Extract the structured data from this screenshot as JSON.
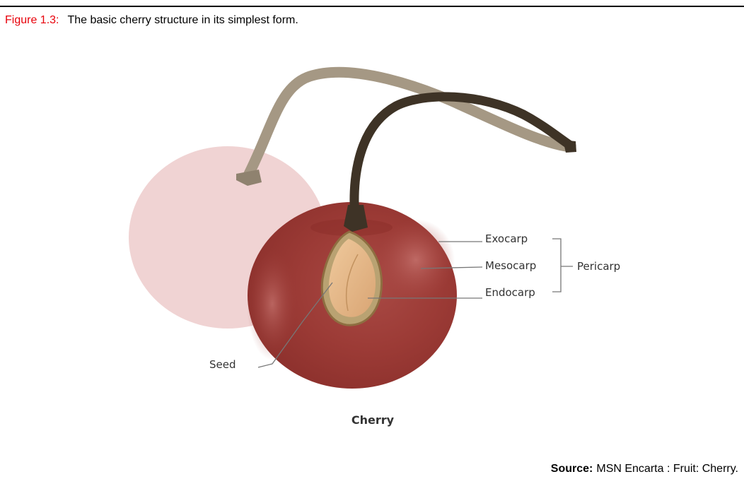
{
  "caption": {
    "figure_label": "Figure 1.3:",
    "text": "The basic cherry structure in its simplest form."
  },
  "diagram": {
    "title": "Cherry",
    "labels": {
      "exocarp": "Exocarp",
      "mesocarp": "Mesocarp",
      "endocarp": "Endocarp",
      "pericarp": "Pericarp",
      "seed": "Seed"
    }
  },
  "source": {
    "label": "Source:",
    "text": "MSN Encarta : Fruit: Cherry."
  },
  "colors": {
    "figure_label": "#e8000a",
    "back_cherry": "#f0d3d3",
    "front_cherry": "#9c3b36",
    "light_stem": "#a59884",
    "dark_stem": "#3e3326",
    "seed": "#e2b382"
  }
}
